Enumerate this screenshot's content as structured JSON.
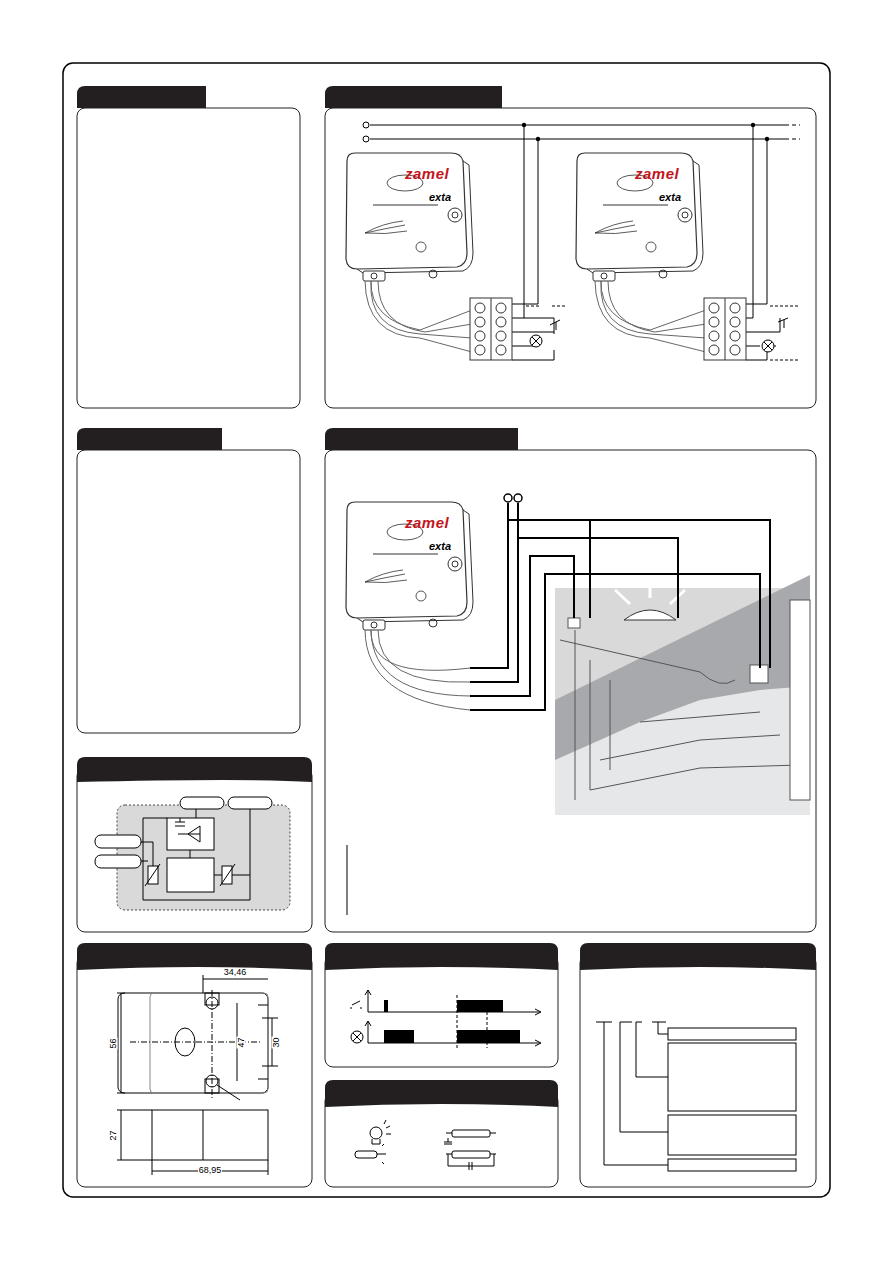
{
  "diagram": {
    "labels": [
      "zamel",
      "exta",
      "zamel",
      "exta",
      "zamel",
      "exta",
      "34,46",
      "56",
      "47",
      "30",
      "27",
      "68,95"
    ]
  }
}
